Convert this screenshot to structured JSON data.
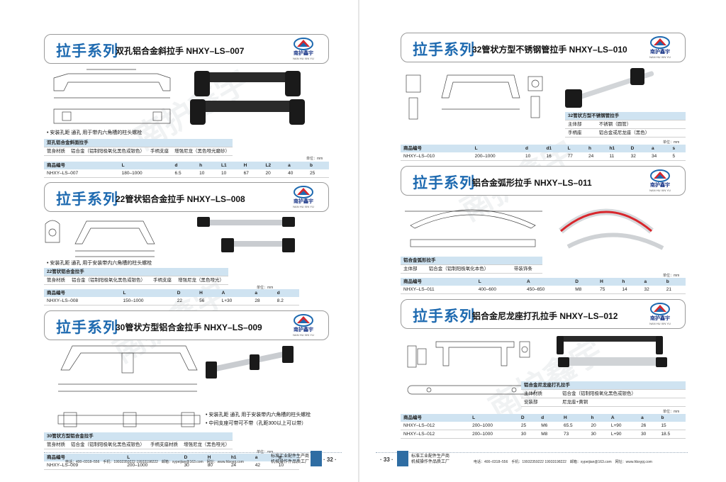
{
  "brand": {
    "logo_name": "南护鑫宇",
    "logo_sub": "NAN HU XIN YU",
    "watermark": "南护鑫宇"
  },
  "left_page": {
    "sections": [
      {
        "series": "拉手系列",
        "title": "双孔铝合金斜拉手 NHXY–LS–007",
        "notes": [
          "• 安装孔距 通孔 用于带内六角槽的柱头螺栓"
        ],
        "spec": {
          "head": "双孔铝合金斜面拉手",
          "rows": [
            [
              "管身材质",
              "铝合金（铝制阳极氧化黑色或银色）",
              "手柄支座",
              "增强尼龙（黑色哑光磨砂）"
            ]
          ]
        },
        "unit": "单位：mm",
        "table": {
          "headers": [
            "商品编号",
            "L",
            "d",
            "h",
            "L1",
            "H",
            "L2",
            "a",
            "b"
          ],
          "rows": [
            [
              "NHXY–LS–007",
              "180–1000",
              "6.5",
              "10",
              "10",
              "67",
              "20",
              "40",
              "25"
            ]
          ]
        }
      },
      {
        "series": "拉手系列",
        "title": "22管状铝合金拉手 NHXY–LS–008",
        "notes": [
          "• 安装孔距 通孔 用于安装带内六角槽的柱头螺栓"
        ],
        "spec": {
          "head": "22管状铝合金拉手",
          "rows": [
            [
              "管身材质",
              "铝合金（铝制阳极氧化黑色或银色）",
              "手柄支座",
              "增强尼龙（黑色哑光）"
            ]
          ]
        },
        "unit": "单位：mm",
        "table": {
          "headers": [
            "商品编号",
            "L",
            "D",
            "H",
            "A",
            "a",
            "d"
          ],
          "rows": [
            [
              "NHXY–LS–008",
              "150–1000",
              "22",
              "56",
              "L+30",
              "28",
              "8.2"
            ]
          ]
        }
      },
      {
        "series": "拉手系列",
        "title": "30管状方型铝合金拉手 NHXY–LS–009",
        "notes": [
          "• 安装孔距 通孔 用于安装带内六角槽的柱头螺栓",
          "• 中间支座可带可不带（孔距300以上可以带）"
        ],
        "spec": {
          "head": "30管状方型铝合金拉手",
          "rows": [
            [
              "管身材质",
              "铝合金（铝制阳极氧化黑色或银色）",
              "手柄支座材质",
              "增强尼龙（黑色哑光）"
            ]
          ]
        },
        "unit": "单位：mm",
        "table": {
          "headers": [
            "商品编号",
            "L",
            "D",
            "H",
            "h1",
            "a",
            "d"
          ],
          "rows": [
            [
              "NHXY–LS–009",
              "200–1000",
              "30",
              "80",
              "24",
              "42",
              "10"
            ]
          ]
        }
      }
    ],
    "footer": {
      "company_line1": "标准工业配件生产商",
      "company_line2": "机械操作件品质工厂",
      "contact": "电话：400–0318–556　手机：19932359222  19933198222　邮箱：xypeijian@163.com　网址：www.hbxypj.com",
      "page": "· 32 ·"
    }
  },
  "right_page": {
    "sections": [
      {
        "series": "拉手系列",
        "title": "32管状方型不锈钢管拉手 NHXY–LS–010",
        "spec": {
          "head": "32管状方型不锈钢管拉手",
          "rows": [
            [
              "主体部",
              "不锈钢（圆管）"
            ],
            [
              "手柄座",
              "铝合金或尼龙座（黑色）"
            ]
          ]
        },
        "unit": "单位：mm",
        "table": {
          "headers": [
            "商品编号",
            "L",
            "d",
            "d1",
            "L",
            "h",
            "h1",
            "D",
            "a",
            "s"
          ],
          "rows": [
            [
              "NHXY–LS–010",
              "200–1000",
              "10",
              "16",
              "77",
              "24",
              "11",
              "32",
              "34",
              "5"
            ]
          ]
        }
      },
      {
        "series": "拉手系列",
        "title": "铝合金弧形拉手 NHXY–LS–011",
        "spec": {
          "head": "铝合金弧形拉手",
          "rows": [
            [
              "主体部",
              "铝合金（铝制阳极氧化本色）",
              "带装饰条"
            ]
          ]
        },
        "unit": "单位：mm",
        "table": {
          "headers": [
            "商品编号",
            "L",
            "A",
            "D",
            "H",
            "h",
            "a",
            "b"
          ],
          "rows": [
            [
              "NHXY–LS–011",
              "400–600",
              "450–650",
              "M8",
              "75",
              "14",
              "32",
              "21"
            ]
          ]
        }
      },
      {
        "series": "拉手系列",
        "title": "铝合金尼龙座打孔拉手 NHXY–LS–012",
        "spec": {
          "head": "铝合金尼龙座打孔拉手",
          "rows": [
            [
              "主体材质",
              "铝合金（铝制阳极氧化黑色或银色）"
            ],
            [
              "安装部",
              "尼龙座+黄铜"
            ]
          ]
        },
        "unit": "单位：mm",
        "table": {
          "headers": [
            "商品编号",
            "L",
            "D",
            "d",
            "H",
            "h",
            "A",
            "a",
            "b"
          ],
          "rows": [
            [
              "NHXY–LS–012",
              "200–1000",
              "25",
              "M6",
              "65.5",
              "20",
              "L+90",
              "26",
              "15"
            ],
            [
              "NHXY–LS–012",
              "200–1000",
              "30",
              "M8",
              "73",
              "30",
              "L+90",
              "30",
              "18.5"
            ]
          ]
        }
      }
    ],
    "footer": {
      "company_line1": "标准工业配件生产商",
      "company_line2": "机械操作件品质工厂",
      "contact": "电话：400–0318–556　手机：19932359222  19933198222　邮箱：xypeijian@163.com　网址：www.hbxypj.com",
      "page": "· 33 ·"
    }
  },
  "colors": {
    "accent": "#1e6ab0",
    "table_head": "#cfe3f1",
    "logo_red": "#d8262c",
    "footer_tab": "#2f6da3"
  }
}
